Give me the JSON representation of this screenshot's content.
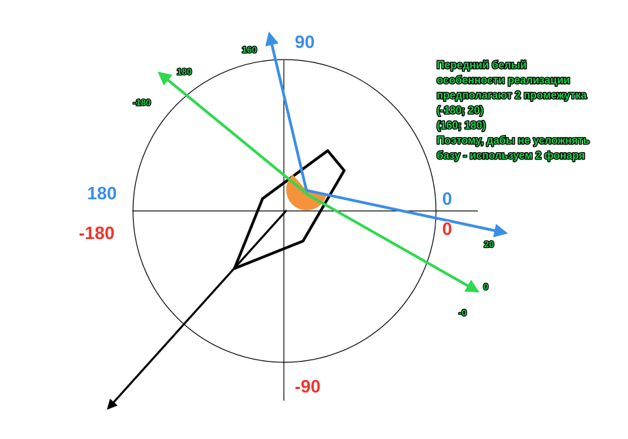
{
  "axis_labels": {
    "top_90": "90",
    "right_0_blue": "0",
    "right_0_red": "0",
    "left_180_blue": "180",
    "left_minus180_red": "-180",
    "bottom_minus90": "-90"
  },
  "ray_labels": {
    "blue_upper": "160",
    "green_upper_a": "180",
    "green_upper_b": "-180",
    "blue_lower": "20",
    "green_lower_a": "0",
    "green_lower_b": "-0"
  },
  "note": [
    "Передний белый",
    "особенности реализации",
    "предполагают 2 промежутка",
    "(-180; 20)",
    "(160; 180)",
    "Поэтому, дабы не усложнять",
    "базу - используем 2 фонаря"
  ],
  "colors": {
    "blue": "#3a8ee6",
    "green": "#2fd84f",
    "red": "#f0342a",
    "orange": "#f5923a",
    "black": "#000000"
  }
}
